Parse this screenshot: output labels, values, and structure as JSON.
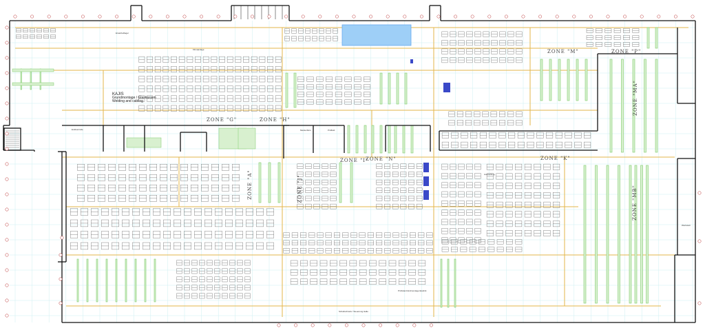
{
  "zones": {
    "g": "ZONE \"G\"",
    "h": "ZONE \"H\"",
    "m": "ZONE \"M\"",
    "p": "ZONE \"P\"",
    "ma": "ZONE \"MA\"",
    "mb": "ZONE \"MB\"",
    "i": "ZONE \"I\"",
    "n": "ZONE \"N\"",
    "k": "ZONE \"K\"",
    "a": "ZONE \"A\"",
    "j": "ZONE \"J\""
  },
  "kajis": {
    "title": "KAJIS",
    "line1": "Grundmontage / Glaskassen",
    "line2": "Welding and cabling"
  },
  "small_labels": {
    "top_left_room": "Ersatzteillager",
    "hall_label": "Klimaanlage",
    "left_bay": "Endkontrolle",
    "office_a": "Meisterbüro",
    "office_b": "Prüffeld",
    "bottom_center_box": "Schaltschrank / Steuerung Halle",
    "bottom_right_box": "Prüfstand Endmontage Elektrik",
    "right_bay": "Werkstatt",
    "k_bay": "Ausstellung"
  },
  "colors": {
    "wall": "#111111",
    "rack": "#7ecb6a",
    "rack_fill": "#d8f0cf",
    "path": "#e3b64a",
    "grid": "#cdeff2",
    "pool": "#66aaee",
    "equipment": "#555555",
    "accent_blue": "#3a49c8"
  }
}
